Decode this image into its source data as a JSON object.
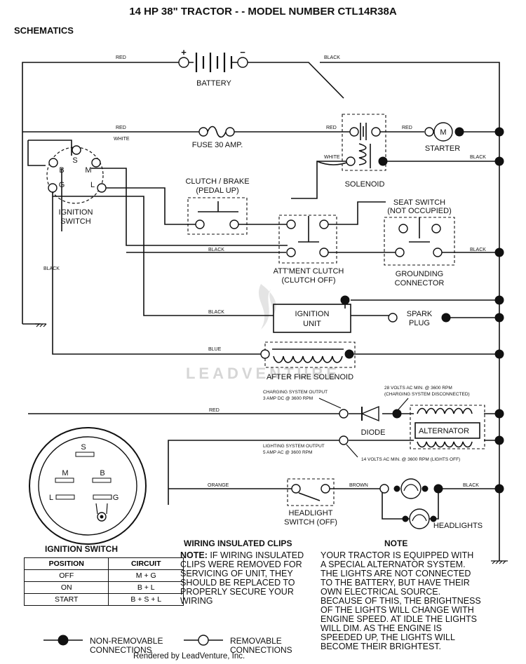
{
  "title": "14 HP 38\" TRACTOR - - MODEL NUMBER CTL14R38A",
  "section": "SCHEMATICS",
  "watermark": "LEADVENTURE",
  "wire_labels": {
    "red_top": "RED",
    "black_top": "BLACK",
    "red_fuse": "RED",
    "white": "WHITE",
    "red_sol": "RED",
    "red_starter": "RED",
    "white_sol": "WHITE",
    "black_sol": "BLACK",
    "black_attach": "BLACK",
    "black_seat": "BLACK",
    "black_ground": "BLACK",
    "black_ign": "BLACK",
    "blue": "BLUE",
    "red_charge": "RED",
    "orange": "ORANGE",
    "brown": "BROWN",
    "black_head": "BLACK"
  },
  "components": {
    "battery": "BATTERY",
    "plus": "+",
    "minus": "−",
    "fuse": "FUSE 30 AMP.",
    "starter": "STARTER",
    "starter_m": "M",
    "solenoid": "SOLENOID",
    "ignition_switch_1": "IGNITION",
    "ignition_switch_2": "SWITCH",
    "pin_s": "S",
    "pin_b": "B",
    "pin_m": "M",
    "pin_g": "G",
    "pin_l": "L",
    "clutch_1": "CLUTCH / BRAKE",
    "clutch_2": "(PEDAL UP)",
    "seat_1": "SEAT SWITCH",
    "seat_2": "(NOT OCCUPIED)",
    "attach_1": "ATT'MENT CLUTCH",
    "attach_2": "(CLUTCH OFF)",
    "ground_1": "GROUNDING",
    "ground_2": "CONNECTOR",
    "ign_unit_1": "IGNITION",
    "ign_unit_2": "UNIT",
    "spark_1": "SPARK",
    "spark_2": "PLUG",
    "after_fire": "AFTER FIRE SOLENOID",
    "diode": "DIODE",
    "alternator": "ALTERNATOR",
    "headlight_1": "HEADLIGHT",
    "headlight_2": "SWITCH (OFF)",
    "headlights": "HEADLIGHTS",
    "charge_out_1": "CHARGING SYSTEM OUTPUT",
    "charge_out_2": "3 AMP DC @ 3600 RPM",
    "volts28_1": "28 VOLTS AC MIN. @ 3600 RPM",
    "volts28_2": "(CHARGING SYSTEM DISCONNECTED)",
    "light_out_1": "LIGHTING SYSTEM OUTPUT",
    "light_out_2": "5 AMP AC @ 3600 RPM",
    "volts14": "14 VOLTS AC MIN. @ 3600 RPM (LIGHTS OFF)"
  },
  "face": {
    "s": "S",
    "m": "M",
    "b": "B",
    "l": "L",
    "g": "G"
  },
  "ignition_table": {
    "title": "IGNITION SWITCH",
    "headers": [
      "POSITION",
      "CIRCUIT"
    ],
    "rows": [
      [
        "OFF",
        "M + G"
      ],
      [
        "ON",
        "B + L"
      ],
      [
        "START",
        "B + S + L"
      ]
    ]
  },
  "clips": {
    "title": "WIRING INSULATED CLIPS",
    "note_label": "NOTE:",
    "text_first": " IF WIRING INSULATED",
    "text_rest": "CLIPS WERE REMOVED FOR\nSERVICING OF UNIT, THEY\nSHOULD BE REPLACED TO\nPROPERLY SECURE YOUR\nWIRING"
  },
  "note": {
    "title": "NOTE",
    "text": "YOUR TRACTOR IS EQUIPPED WITH\nA SPECIAL ALTERNATOR SYSTEM.\nTHE LIGHTS ARE NOT CONNECTED\nTO  THE BATTERY, BUT HAVE THEIR\nOWN ELECTRICAL SOURCE.\nBECAUSE OF THIS, THE BRIGHTNESS\nOF THE LIGHTS WILL CHANGE WITH\nENGINE SPEED.  AT IDLE THE LIGHTS\nWILL DIM.  AS THE ENGINE IS\nSPEEDED UP, THE LIGHTS WILL\nBECOME THEIR BRIGHTEST."
  },
  "legend": {
    "non_removable_1": "NON-REMOVABLE",
    "non_removable_2": "CONNECTIONS",
    "removable_1": "REMOVABLE",
    "removable_2": "CONNECTIONS"
  },
  "footer": "Rendered by LeadVenture, Inc."
}
